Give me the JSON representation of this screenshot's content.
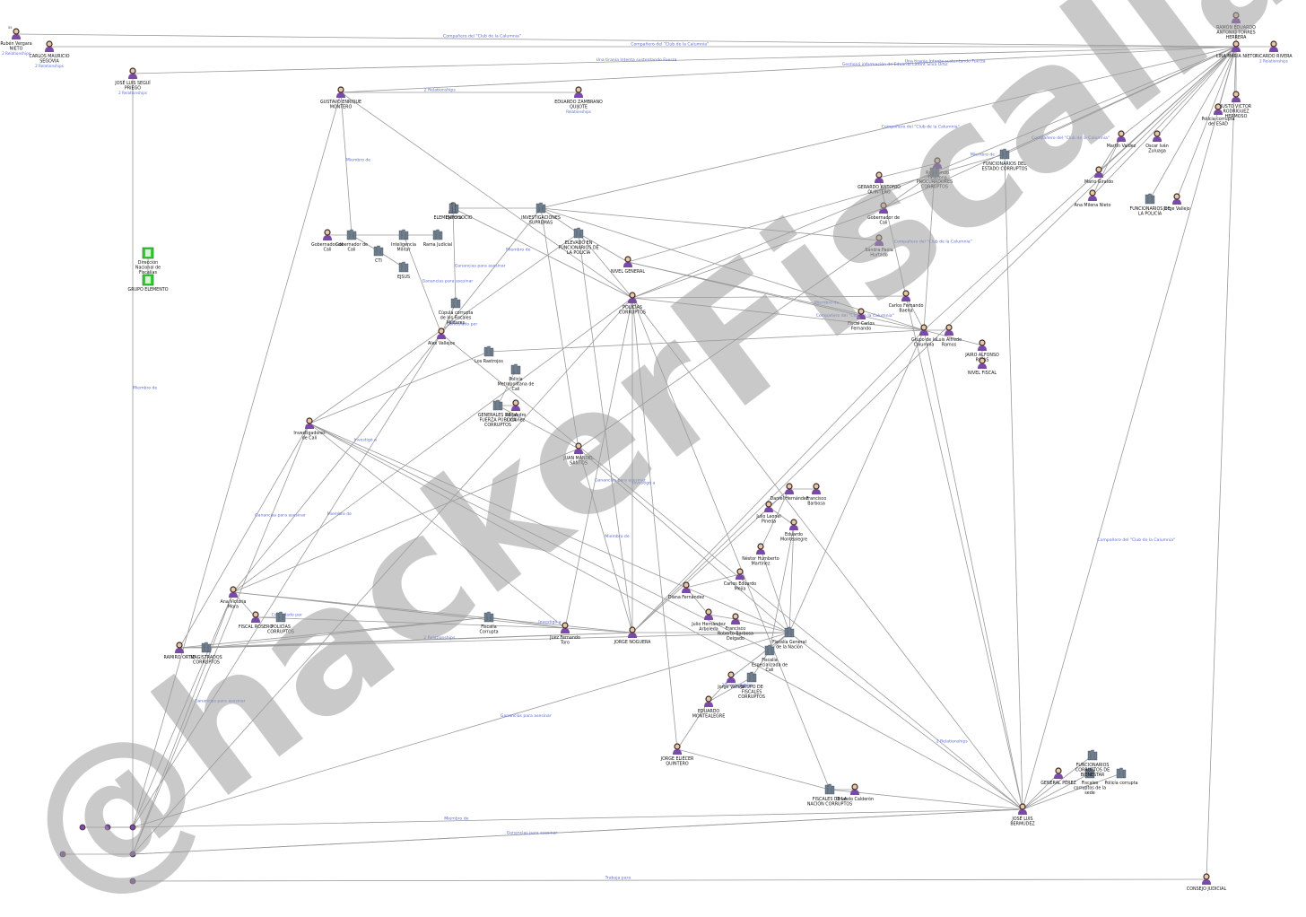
{
  "watermark": "@hackerFiscalia",
  "colors": {
    "edge": "#9a9a9a",
    "edge_label": "#5a6bd8",
    "person_head": "#3a2a24",
    "person_body": "#7a4aa8",
    "building": "#6f7f8f",
    "highlight": "#38c838"
  },
  "nodes": [
    {
      "id": "n1",
      "type": "person",
      "badge": "55",
      "label": "Rubén Vergara NIETO",
      "sub": "2 Relationships"
    },
    {
      "id": "n2",
      "type": "person",
      "label": "CARLOS MAURICIO SEGOVIA",
      "sub": "2 Relationships"
    },
    {
      "id": "n3",
      "type": "person",
      "label": "RAMÓN EDUARDO ANTONIO TORRES HERRERA"
    },
    {
      "id": "n4",
      "type": "person",
      "label": "LINA MARÍA NIETO"
    },
    {
      "id": "n5",
      "type": "person",
      "label": "RICARDO RIVERA",
      "sub": "2 Relationships"
    },
    {
      "id": "n6",
      "type": "person",
      "label": "JUSTO VICTOR RODRÍGUEZ HERMOSO"
    },
    {
      "id": "n7",
      "type": "person",
      "label": "JOSÉ LUIS SEGUÍ PRIEGO",
      "sub": "2 Relationships"
    },
    {
      "id": "n8",
      "type": "person",
      "label": "GUSTAVO ENRIQUE MONTERO"
    },
    {
      "id": "n9",
      "type": "person",
      "label": "EDUARDO ZAMBRANO QUIJOTE",
      "sub": "Relationships"
    },
    {
      "id": "n10",
      "type": "person",
      "label": "Policía corrupta del ESAD"
    },
    {
      "id": "n11",
      "type": "building",
      "label": "INVESTIGACIONES SUPREMAS"
    },
    {
      "id": "n12",
      "type": "person",
      "label": "ELEMENTO SOCIO"
    },
    {
      "id": "n13",
      "type": "building",
      "label": "Ejército"
    },
    {
      "id": "n14",
      "type": "person",
      "label": "Gobernador de Cali"
    },
    {
      "id": "n15",
      "type": "building",
      "label": "Gobernador de Cali"
    },
    {
      "id": "n16",
      "type": "building",
      "label": "Inteligencia Militar"
    },
    {
      "id": "n17",
      "type": "building",
      "label": "Rama Judicial"
    },
    {
      "id": "n18",
      "type": "building",
      "label": "CTI"
    },
    {
      "id": "n19",
      "type": "building",
      "label": "EJSUS"
    },
    {
      "id": "n20",
      "type": "special",
      "label": "Dirección Nacional de Fiscalías"
    },
    {
      "id": "n21",
      "type": "special",
      "label": "GRUPO ELEMENTO"
    },
    {
      "id": "n22",
      "type": "building",
      "label": "ELEVADO EN FUNCIONARIOS DE LA POLICÍA"
    },
    {
      "id": "n23",
      "type": "building",
      "label": "Cúpula corrupta de los Fiscales Militares"
    },
    {
      "id": "n24",
      "type": "person",
      "label": "Alex Vallejos"
    },
    {
      "id": "n25",
      "type": "building",
      "label": "Los Rastrojos"
    },
    {
      "id": "n26",
      "type": "building",
      "label": "Policía Metropolitana de Cali"
    },
    {
      "id": "n27",
      "type": "building",
      "label": "GENERALES DE LA FUERZA PÚBLICA CORRUPTOS"
    },
    {
      "id": "n28",
      "type": "person",
      "label": "Investigadores de Cali"
    },
    {
      "id": "n29",
      "type": "person",
      "label": "NIVEL GENERAL"
    },
    {
      "id": "n30",
      "type": "person",
      "label": "POLICÍAS CORRUPTOS"
    },
    {
      "id": "n31",
      "type": "person",
      "label": "JUAN MANUEL SANTOS"
    },
    {
      "id": "n32",
      "type": "person",
      "label": "Raymundo Tarazona"
    },
    {
      "id": "n33",
      "type": "building",
      "label": "FUNCIONARIOS DEL ESTADO CORRUPTOS"
    },
    {
      "id": "n34",
      "type": "person",
      "label": "GERARDO ANTONIO QUINTERO"
    },
    {
      "id": "n35",
      "type": "person",
      "label": "Carlos Fernando Baena"
    },
    {
      "id": "n36",
      "type": "person",
      "label": "Martín Valdez"
    },
    {
      "id": "n37",
      "type": "person",
      "label": "Grupo de la Calumnia"
    },
    {
      "id": "n38",
      "type": "person",
      "label": "JAIRO ALFONSO ROJAS"
    },
    {
      "id": "n39",
      "type": "person",
      "label": "NIVEL FISCAL"
    },
    {
      "id": "n40",
      "type": "person",
      "label": "Oscar Iván Zuluaga"
    },
    {
      "id": "n41",
      "type": "person",
      "label": "Mario Giraldo"
    },
    {
      "id": "n42",
      "type": "person",
      "label": "Ana Milena Nieto"
    },
    {
      "id": "n43",
      "type": "building",
      "label": "FUNCIONARIOS DE LA POLICÍA"
    },
    {
      "id": "n44",
      "type": "person",
      "label": "Jorge Vallejo"
    },
    {
      "id": "n45",
      "type": "person",
      "label": "Gobernador de Cali"
    },
    {
      "id": "n46",
      "type": "building",
      "label": "PROCURADORES CORRUPTOS"
    },
    {
      "id": "n47",
      "type": "person",
      "label": "Sandra Paola Hurtado"
    },
    {
      "id": "n48",
      "type": "person",
      "label": "Fiscal Carlos Fernando"
    },
    {
      "id": "n49",
      "type": "person",
      "label": "Luis Alfredo Ramos"
    },
    {
      "id": "n50",
      "type": "person",
      "label": "Alejandro Ordóñez"
    },
    {
      "id": "n51",
      "type": "person",
      "label": "JORGE NOGUERA"
    },
    {
      "id": "n52",
      "type": "person",
      "label": "Daniel Hernández"
    },
    {
      "id": "n53",
      "type": "person",
      "label": "Francisco Barbosa"
    },
    {
      "id": "n54",
      "type": "person",
      "label": "Julio Leonel Pineda"
    },
    {
      "id": "n55",
      "type": "person",
      "label": "Eduardo Montealegre"
    },
    {
      "id": "n56",
      "type": "person",
      "label": "Néstor Humberto Martínez"
    },
    {
      "id": "n57",
      "type": "person",
      "label": "Carlos Eduardo Mejía"
    },
    {
      "id": "n58",
      "type": "person",
      "label": "Diana Fernández"
    },
    {
      "id": "n59",
      "type": "person",
      "label": "Julio Hernández Arboleda"
    },
    {
      "id": "n60",
      "type": "person",
      "label": "Francisco Roberto Barbosa Delgado"
    },
    {
      "id": "n61",
      "type": "building",
      "label": "Fiscalía General de la Nación"
    },
    {
      "id": "n62",
      "type": "building",
      "label": "Fiscalía Especializada de Cali"
    },
    {
      "id": "n63",
      "type": "person",
      "label": "Jorge Vallejo"
    },
    {
      "id": "n64",
      "type": "building",
      "label": "GRUPO DE FISCALES CORRUPTOS"
    },
    {
      "id": "n65",
      "type": "person",
      "label": "EDUARDO MONTEALEGRE"
    },
    {
      "id": "n66",
      "type": "person",
      "label": "JORGE ELIÉCER QUINTERO"
    },
    {
      "id": "n67",
      "type": "building",
      "label": "FISCALES DE LA NACIÓN CORRUPTOS"
    },
    {
      "id": "n68",
      "type": "person",
      "label": "Orlando Calderón"
    },
    {
      "id": "n69",
      "type": "person",
      "label": "Juez Fernando Toro"
    },
    {
      "id": "n70",
      "type": "building",
      "label": "Fiscalía Corrupta"
    },
    {
      "id": "n71",
      "type": "person",
      "label": "Ana Victoria Mora"
    },
    {
      "id": "n72",
      "type": "person",
      "label": "FISCAL ROSERO"
    },
    {
      "id": "n73",
      "type": "building",
      "label": "POLICÍAS CORRUPTOS"
    },
    {
      "id": "n74",
      "type": "person",
      "label": "RAMIRO ORTIZ"
    },
    {
      "id": "n75",
      "type": "building",
      "label": "MAGISTRADOS CORRUPTOS"
    },
    {
      "id": "n76",
      "type": "person",
      "label": "JOSÉ LUIS BERMÚDEZ"
    },
    {
      "id": "n77",
      "type": "person",
      "label": "GENERAL PÉREZ"
    },
    {
      "id": "n78",
      "type": "building",
      "label": "Fiscales corruptos de la sede"
    },
    {
      "id": "n79",
      "type": "building",
      "label": "Policía corrupta"
    },
    {
      "id": "n80",
      "type": "building",
      "label": "FUNCIONARIOS CORRUPTOS DE BIENESTAR"
    },
    {
      "id": "n81",
      "type": "person",
      "label": "CONSEJO JUDICIAL"
    }
  ],
  "edge_labels": [
    "Compañero del \"Club de la Calumnia\"",
    "Compañero del \"Club de la Calumnia\"",
    "Una tiranía Intenta sustentando Fuerza",
    "Una tiranía Intenta sustentando Fuerza",
    "Gestionó información de Eduardo Lafont Silva Ortiz",
    "2 Relationships",
    "Miembro de",
    "Miembro de",
    "Miembro de",
    "Miembro de",
    "Miembro de",
    "Ganancias para asesinar",
    "Ganancias para asesinar",
    "Ganancias para asesinar",
    "Ganancias para asesinar",
    "Ganancias para asesinar",
    "Compañero del \"Club de la Calumnia\"",
    "Compañero del \"Club de la Calumnia\"",
    "Compañero del \"Club de la Calumnia\"",
    "Compañero del \"Club de la Calumnia\"",
    "Compañero del \"Club de la Calumnia\"",
    "Controlado por",
    "Controlado por",
    "Investigó a",
    "Investigó a",
    "Investigó a",
    "2 Relationships",
    "2 Relationships",
    "2 Relationships",
    "Trabaja para",
    "Miembro de",
    "Miembro de",
    "Miembro de",
    "Ganancias para asesinar",
    "Ganancias para asesinar"
  ]
}
